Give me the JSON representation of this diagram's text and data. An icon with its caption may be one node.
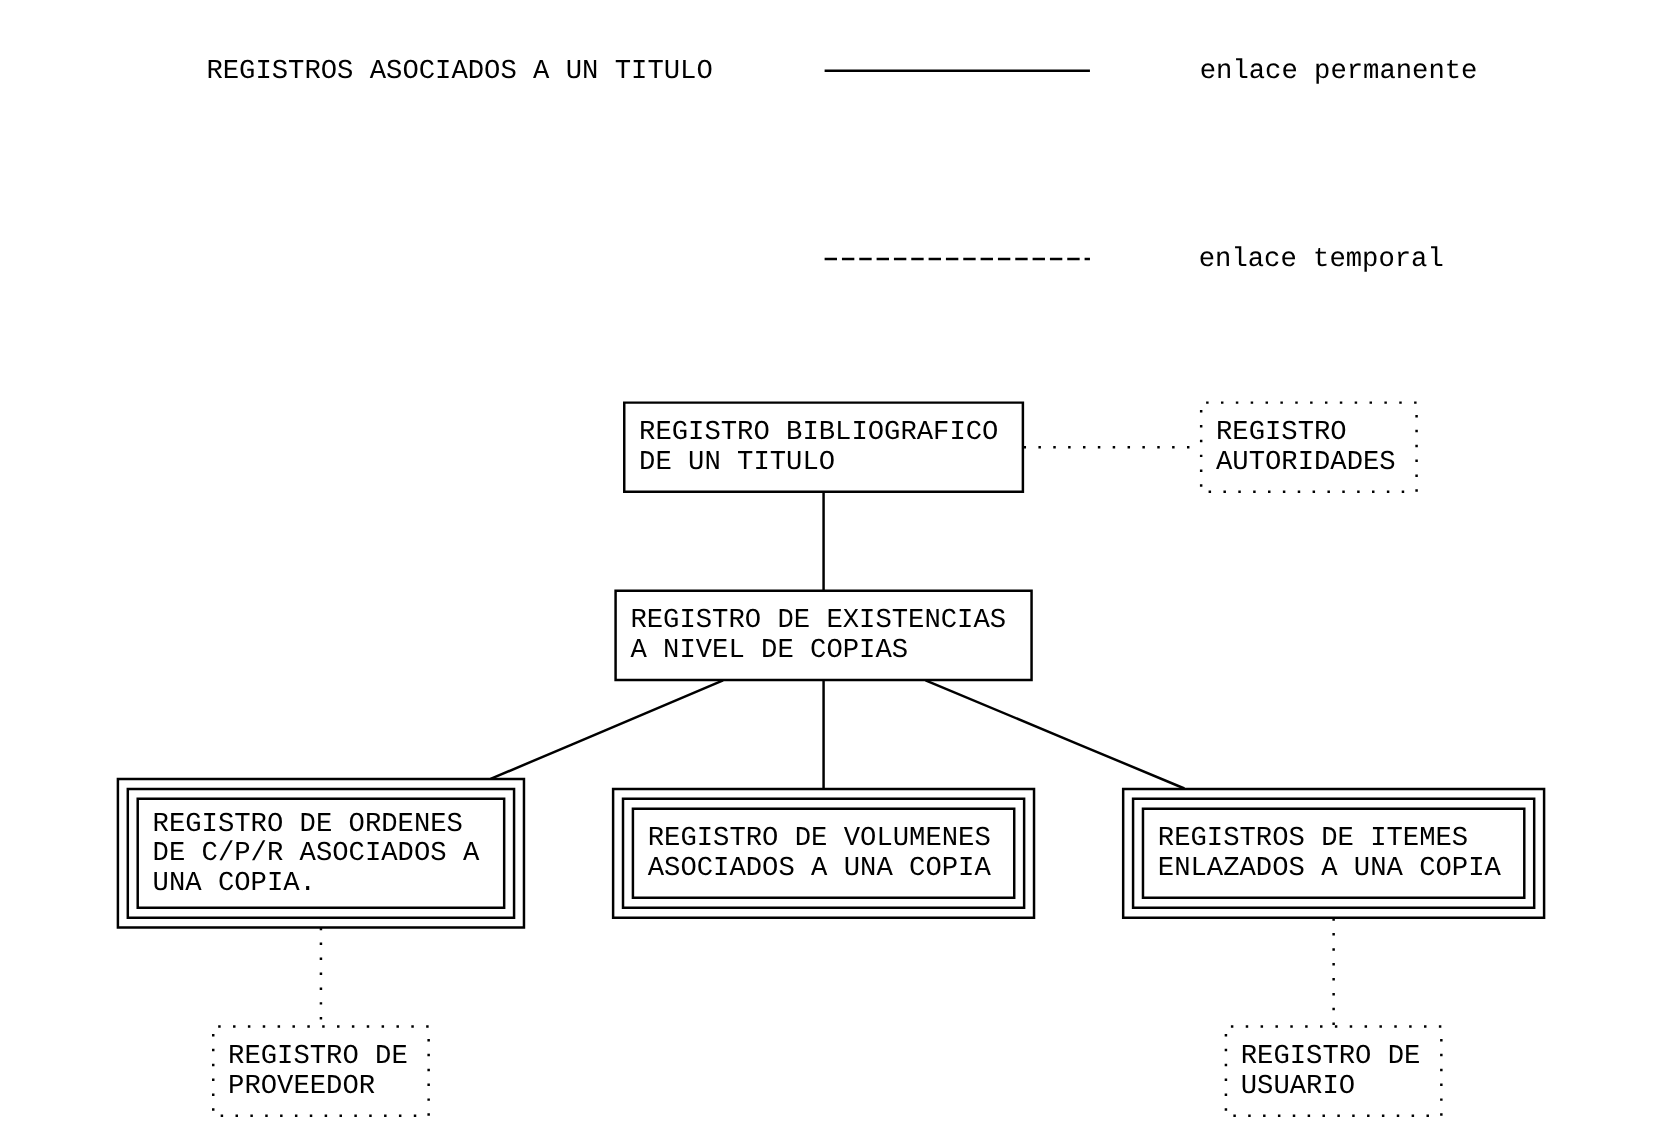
{
  "diagram": {
    "nodes": [
      {
        "text": [
          "REGISTRO BIBLIOGRAFICO DE UN TITULO"
        ]
      },
      {
        "text": [
          "REGISTRO AUTORIDADES"
        ]
      },
      {
        "text": [
          "REGISTRO DE EXISTENCIAS A NIVEL DE COPIAS"
        ]
      },
      {
        "text": [
          "REGISTRO DE ORDENES DE C/P/R ASOCIADOS A UNA COPIA."
        ]
      },
      {
        "text": [
          "REGISTRO DE VOLUMENES ASOCIADOS A UNA COPIA"
        ]
      },
      {
        "text": [
          "REGISTROS DE ITEMES ENLAZADOS A UNA COPIA"
        ]
      },
      {
        "text": [
          "REGISTRO DE PROVEEDOR"
        ]
      },
      {
        "text": [
          "REGISTRO DE USUARIO"
        ]
      }
    ],
    "edges": [
      {
        "from": 0,
        "to": 1,
        "arrow": "none",
        "style": "dashed"
      },
      {
        "from": 0,
        "to": 2,
        "arrow": "none"
      },
      {
        "from": 2,
        "to": 3,
        "arrow": "none"
      },
      {
        "from": 2,
        "to": 4,
        "arrow": "none"
      },
      {
        "from": 2,
        "to": 5,
        "arrow": "none"
      },
      {
        "from": 3,
        "to": 6,
        "arrow": "none",
        "style": "dashed"
      },
      {
        "from": 5,
        "to": 7,
        "arrow": "none",
        "style": "dashed"
      }
    ],
    "labels": [
      "REGISTROS ASOCIADOS A UN TITULO"
    ],
    "legend": [
      {
        "text": "enlace permanente"
      },
      {
        "text": "enlace temporal"
      }
    ]
  }
}
